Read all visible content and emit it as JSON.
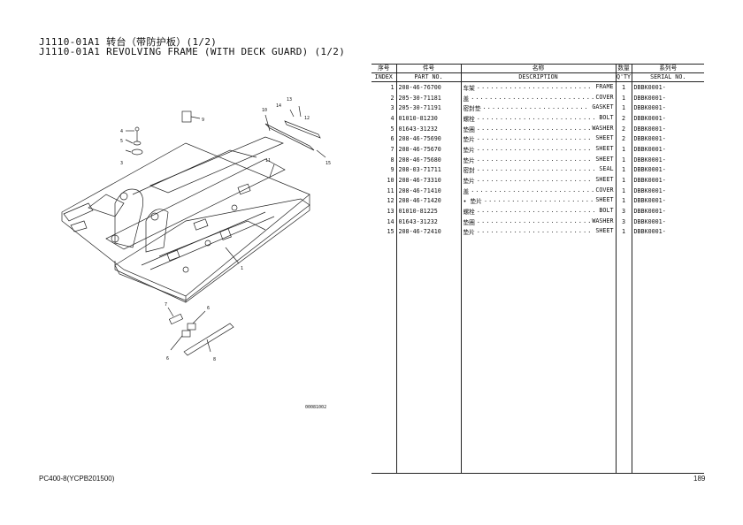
{
  "title_cn": "J1110-01A1 转台（带防护板）(1/2)",
  "title_en": "J1110-01A1 REVOLVING FRAME (WITH DECK GUARD) (1/2)",
  "drawing_code": "00081002",
  "callouts": [
    "1",
    "3",
    "4",
    "5",
    "6",
    "6",
    "7",
    "8",
    "9",
    "10",
    "11",
    "12",
    "13",
    "14",
    "15"
  ],
  "table": {
    "headers": {
      "index_cn": "序号",
      "index_en": "INDEX",
      "part_cn": "件号",
      "part_en": "PART NO.",
      "desc_cn": "名称",
      "desc_en": "DESCRIPTION",
      "qty_cn": "数量",
      "qty_en": "Q'TY",
      "serial_cn": "系列号",
      "serial_en": "SERIAL NO."
    },
    "rows": [
      {
        "index": "1",
        "part": "208-46-76700",
        "cn": "车架",
        "en": "FRAME",
        "qty": "1",
        "serial": "DBBK0001-"
      },
      {
        "index": "2",
        "part": "205-30-71181",
        "cn": "盖",
        "en": "COVER",
        "qty": "1",
        "serial": "DBBK0001-"
      },
      {
        "index": "3",
        "part": "205-30-71191",
        "cn": "密封垫",
        "en": "GASKET",
        "qty": "1",
        "serial": "DBBK0001-"
      },
      {
        "index": "4",
        "part": "01010-81230",
        "cn": "螺栓",
        "en": "BOLT",
        "qty": "2",
        "serial": "DBBK0001-"
      },
      {
        "index": "5",
        "part": "01643-31232",
        "cn": "垫圈",
        "en": "WASHER",
        "qty": "2",
        "serial": "DBBK0001-"
      },
      {
        "index": "6",
        "part": "208-46-75690",
        "cn": "垫片",
        "en": "SHEET",
        "qty": "2",
        "serial": "DBBK0001-"
      },
      {
        "index": "7",
        "part": "208-46-75670",
        "cn": "垫片",
        "en": "SHEET",
        "qty": "1",
        "serial": "DBBK0001-"
      },
      {
        "index": "8",
        "part": "208-46-75680",
        "cn": "垫片",
        "en": "SHEET",
        "qty": "1",
        "serial": "DBBK0001-"
      },
      {
        "index": "9",
        "part": "208-03-71711",
        "cn": "密封",
        "en": "SEAL",
        "qty": "1",
        "serial": "DBBK0001-"
      },
      {
        "index": "10",
        "part": "208-46-73310",
        "cn": "垫片",
        "en": "SHEET",
        "qty": "1",
        "serial": "DBBK0001-"
      },
      {
        "index": "11",
        "part": "208-46-71410",
        "cn": "盖",
        "en": "COVER",
        "qty": "1",
        "serial": "DBBK0001-"
      },
      {
        "index": "12",
        "part": "208-46-71420",
        "cn": "• 垫片",
        "en": "SHEET",
        "qty": "1",
        "serial": "DBBK0001-"
      },
      {
        "index": "13",
        "part": "01010-81225",
        "cn": "螺栓",
        "en": "BOLT",
        "qty": "3",
        "serial": "DBBK0001-"
      },
      {
        "index": "14",
        "part": "01643-31232",
        "cn": "垫圈",
        "en": "WASHER",
        "qty": "3",
        "serial": "DBBK0001-"
      },
      {
        "index": "15",
        "part": "208-46-72410",
        "cn": "垫片",
        "en": "SHEET",
        "qty": "1",
        "serial": "DBBK0001-"
      }
    ]
  },
  "footer": {
    "model": "PC400-8(YCPB201500)",
    "page": "189"
  }
}
